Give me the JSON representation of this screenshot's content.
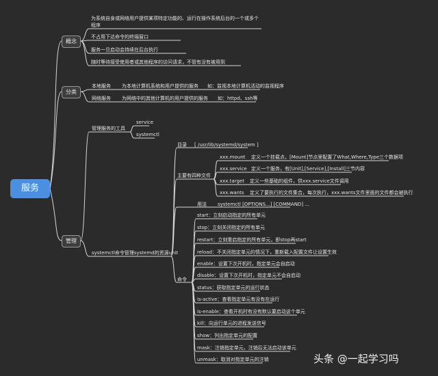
{
  "root": "服务",
  "concept": {
    "label": "概念",
    "items": [
      "为系统自身或网络用户提供某项特定功能的、运行在操作系统后台的一个或多个",
      "程序",
      "不占用下达命令的终端窗口",
      "服务一旦启动会持续在后台执行",
      "随时等待接受使用者或其他程序的访问请求，不管有没有被用到"
    ]
  },
  "category": {
    "label": "分类",
    "local": {
      "label": "本地服务",
      "desc": "为本地计算机系统和用户提供的服务",
      "example": "如：监视本地计算机活动的监视程序"
    },
    "network": {
      "label": "网络服务",
      "desc": "为网络中的其他计算机的用户提供的服务",
      "example": "如：httpd、ssh等"
    }
  },
  "manage": {
    "label": "管理",
    "tools": {
      "label": "管理服务的工具",
      "items": [
        "service",
        "systemctl"
      ]
    },
    "systemd": {
      "label": "systemctl命令管理systemd的资源unit",
      "dir": {
        "label": "目录",
        "value": "/usr/lib/systemd/system"
      },
      "files": {
        "label": "主要有四种文件",
        "items": [
          {
            "name": "xxx.mount",
            "desc": "定义一个挂载点，[Mount]节点里配置了What,Where,Type三个数据项"
          },
          {
            "name": "xxx.service",
            "desc": "定义一个服务，有[Unit],[Service],[Install]三节内容"
          },
          {
            "name": "xxx.target",
            "desc": "定义一些基础的组件，供xxx.service文件调用"
          },
          {
            "name": "xxx.wants",
            "desc": "定义了要执行的文件集合，每次执行，xxx.wants文件里面的文件都会被执行"
          }
        ]
      },
      "usage": {
        "label": "用法",
        "value": "systemctl [OPTIONS...] [COMMAND] ..."
      },
      "commands": {
        "label": "命令",
        "items": [
          "start：立刻启动指定的所有单元",
          "stop：立刻关闭指定的所有单元",
          "restart：立刻重启指定的所有单元，即stop再start",
          "reload：不关闭指定单元的情况下，重新载入配置文件让设置生效",
          "enable：设置下次开机时，指定单元会自启动",
          "disable：设置下次开机时，指定单元不会自启动",
          "status：获取指定单元的运行状态",
          "is-active：查看指定单元有没有在运行",
          "is-enable：查看开机时有没有默认要启动这个单元",
          "kill：向运行单元的进程发送信号",
          "show：列出指定单元的配置",
          "mask：注销指定单元，注销后无法启动该单元",
          "unmask：取消对指定单元的注销"
        ]
      }
    }
  },
  "watermark": "头条 @一起学习吗"
}
